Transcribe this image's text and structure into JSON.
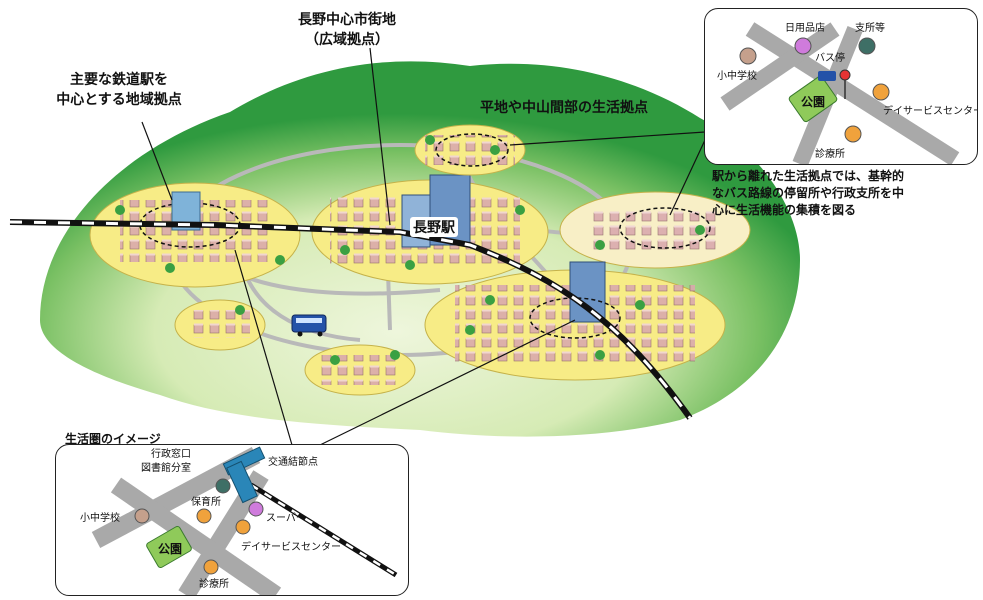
{
  "labels": {
    "center_district": [
      "長野中心市街地",
      "（広域拠点）"
    ],
    "station_hub": [
      "主要な鉄道駅を",
      "中心とする地域拠点"
    ],
    "living_hub": "平地や中山間部の生活拠点",
    "nagano_station": "長野駅"
  },
  "inset_top": {
    "items": {
      "daily_goods": "日用品店",
      "branch_office": "支所等",
      "school": "小中学校",
      "bus_stop": "バス停",
      "park": "公園",
      "day_service": "デイサービスセンター",
      "clinic": "診療所"
    },
    "note": [
      "駅から離れた生活拠点では、基幹的",
      "なバス路線の停留所や行政支所を中",
      "心に生活機能の集積を図る"
    ]
  },
  "inset_bottom": {
    "title": "生活圏のイメージ",
    "items": {
      "admin_window": "行政窓口",
      "library_branch": "図書館分室",
      "transport_node": "交通結節点",
      "nursery": "保育所",
      "school": "小中学校",
      "supermarket": "スーパー",
      "park": "公園",
      "day_service": "デイサービスセンター",
      "clinic": "診療所"
    }
  },
  "colors": {
    "hub_fill": "#f7ec86",
    "hub_fill_pale": "#f8efc6",
    "mountain_dark": "#2f9a3f",
    "mountain_light": "#e3efc7",
    "ring_road": "#b8b8b8",
    "railway": "#111111",
    "pin_purple": "#cf7bdc",
    "pin_teal": "#3e6f66",
    "pin_orange": "#f0a23c",
    "pin_beige": "#c5a08c",
    "pin_red": "#e63333",
    "park_green": "#8fca5a",
    "transit_blue": "#2a86b8"
  }
}
